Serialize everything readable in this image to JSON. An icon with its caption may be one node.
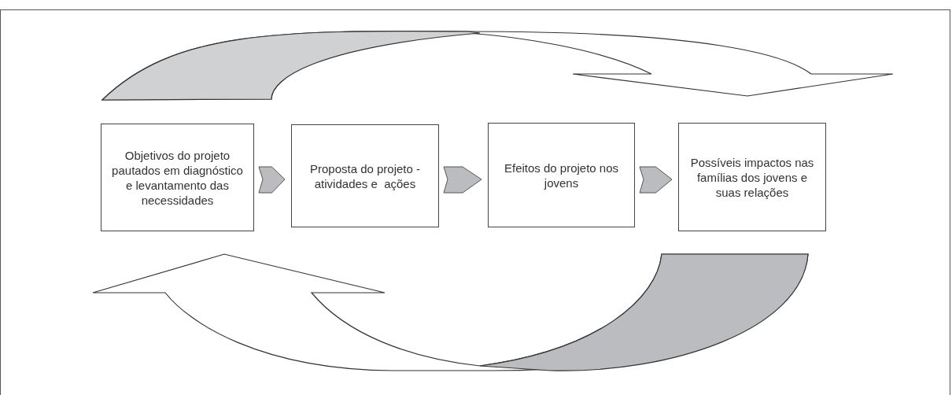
{
  "diagram": {
    "nodes": [
      {
        "text": [
          "Objetivos do projeto pautados em diagnóstico e levantamento das necessidades"
        ]
      },
      {
        "text": [
          "Proposta do projeto - atividades e  ações"
        ]
      },
      {
        "text": [
          "Efeitos do projeto nos jovens"
        ]
      },
      {
        "text": [
          "Possíveis impactos nas famílias dos jovens e suas relações"
        ]
      }
    ],
    "edges": [
      {
        "from": 0,
        "to": 1,
        "arrow": "to"
      },
      {
        "from": 1,
        "to": 2,
        "arrow": "to"
      },
      {
        "from": 2,
        "to": 3,
        "arrow": "to"
      },
      {
        "from": 0,
        "to": 3,
        "arrow": "to",
        "style": "thick"
      },
      {
        "from": 3,
        "to": 0,
        "arrow": "to",
        "style": "thick"
      }
    ]
  }
}
